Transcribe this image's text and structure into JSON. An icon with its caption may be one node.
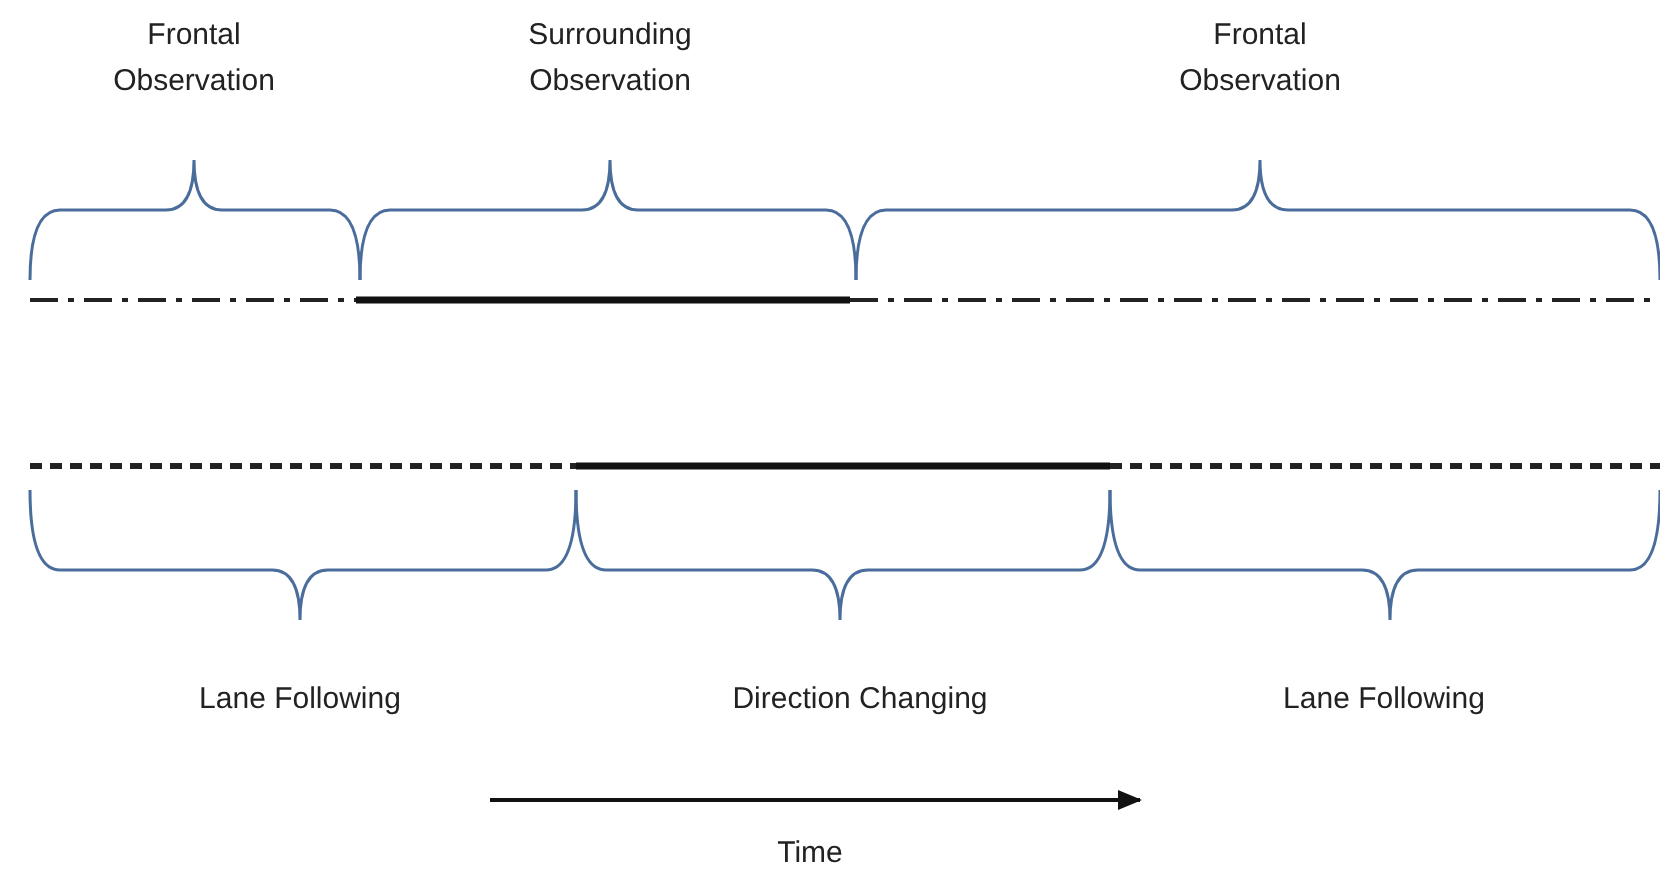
{
  "diagram": {
    "labels": [
      "Frontal Observation",
      "Surrounding Observation",
      "Frontal Observation",
      "Lane Following",
      "Direction Changing",
      "Lane Following",
      "Time"
    ]
  }
}
